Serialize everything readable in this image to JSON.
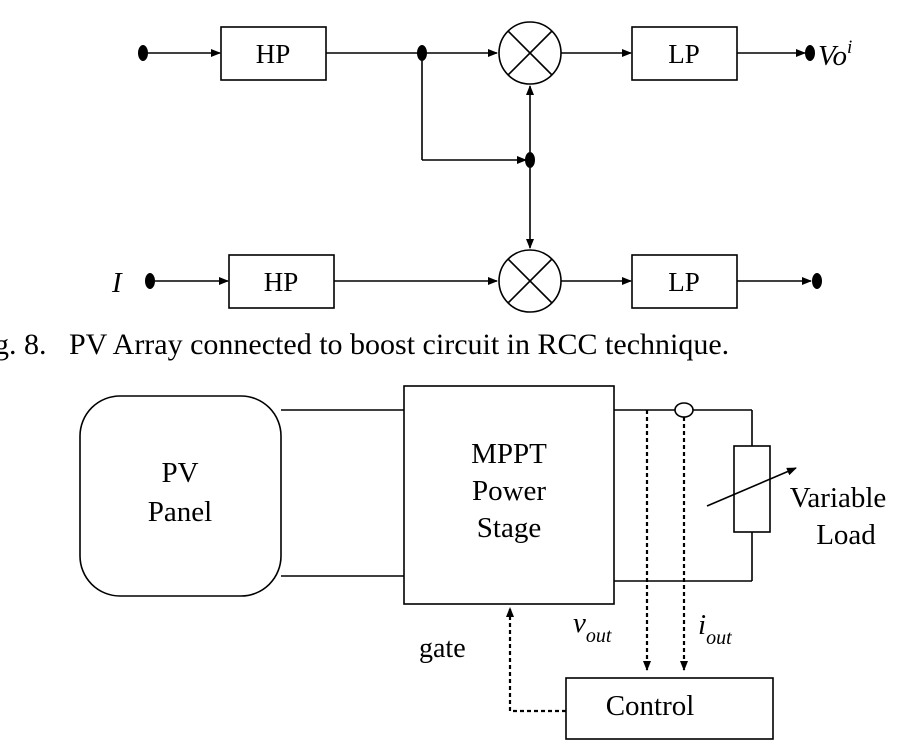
{
  "top_diagram": {
    "hp_top": "HP",
    "lp_top": "LP",
    "output_label_base": "Vo",
    "output_label_sup": "i",
    "input_bottom": "I",
    "hp_bottom": "HP",
    "lp_bottom": "LP"
  },
  "caption": "g. 8.   PV Array connected to boost circuit in RCC technique.",
  "bottom_diagram": {
    "pv_panel_line1": "PV",
    "pv_panel_line2": "Panel",
    "mppt_line1": "MPPT",
    "mppt_line2": "Power",
    "mppt_line3": "Stage",
    "variable_load_line1": "Variable",
    "variable_load_line2": "Load",
    "gate": "gate",
    "vout_base": "v",
    "vout_sub": "out",
    "iout_base": "i",
    "iout_sub": "out",
    "control": "Control"
  }
}
